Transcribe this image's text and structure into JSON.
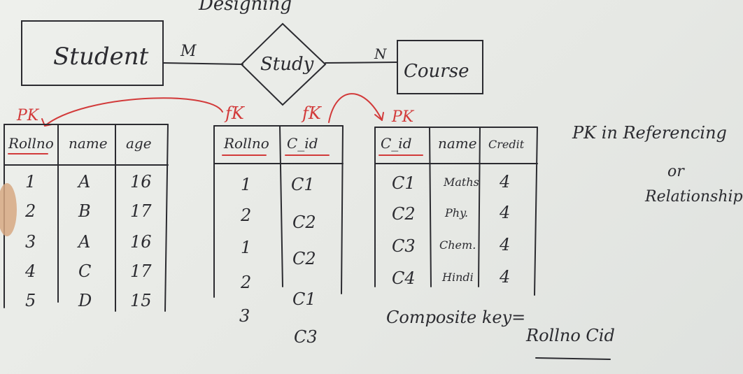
{
  "heading_partial": "Designing",
  "er": {
    "entity_left": "Student",
    "relationship": "Study",
    "entity_right": "Course",
    "card_left": "M",
    "card_right": "N"
  },
  "markers": {
    "pk_student": "PK",
    "fk_rollno": "fK",
    "fk_cid": "fK",
    "pk_course": "PK"
  },
  "tables": {
    "student": {
      "headers": [
        "Rollno",
        "name",
        "age"
      ],
      "rows": [
        [
          "1",
          "A",
          "16"
        ],
        [
          "2",
          "B",
          "17"
        ],
        [
          "3",
          "A",
          "16"
        ],
        [
          "4",
          "C",
          "17"
        ],
        [
          "5",
          "D",
          "15"
        ]
      ]
    },
    "study": {
      "headers": [
        "Rollno",
        "C_id"
      ],
      "rows": [
        [
          "1",
          "C1"
        ],
        [
          "2",
          "C2"
        ],
        [
          "1",
          "C2"
        ],
        [
          "2",
          "C1"
        ],
        [
          "3",
          "C3"
        ]
      ]
    },
    "course": {
      "headers": [
        "C_id",
        "name",
        "Credit"
      ],
      "rows": [
        [
          "C1",
          "Maths",
          "4"
        ],
        [
          "C2",
          "Phy.",
          "4"
        ],
        [
          "C3",
          "Chem.",
          "4"
        ],
        [
          "C4",
          "Hindi",
          "4"
        ]
      ]
    }
  },
  "notes": {
    "pk_line1": "PK in Referencing",
    "pk_line2": "or",
    "pk_line3": "Relationship",
    "composite_label": "Composite key=",
    "composite_value": "Rollno Cid"
  },
  "colors": {
    "ink": "#2b2b30",
    "red": "#d23a3a",
    "board": "#e9ebe8"
  }
}
